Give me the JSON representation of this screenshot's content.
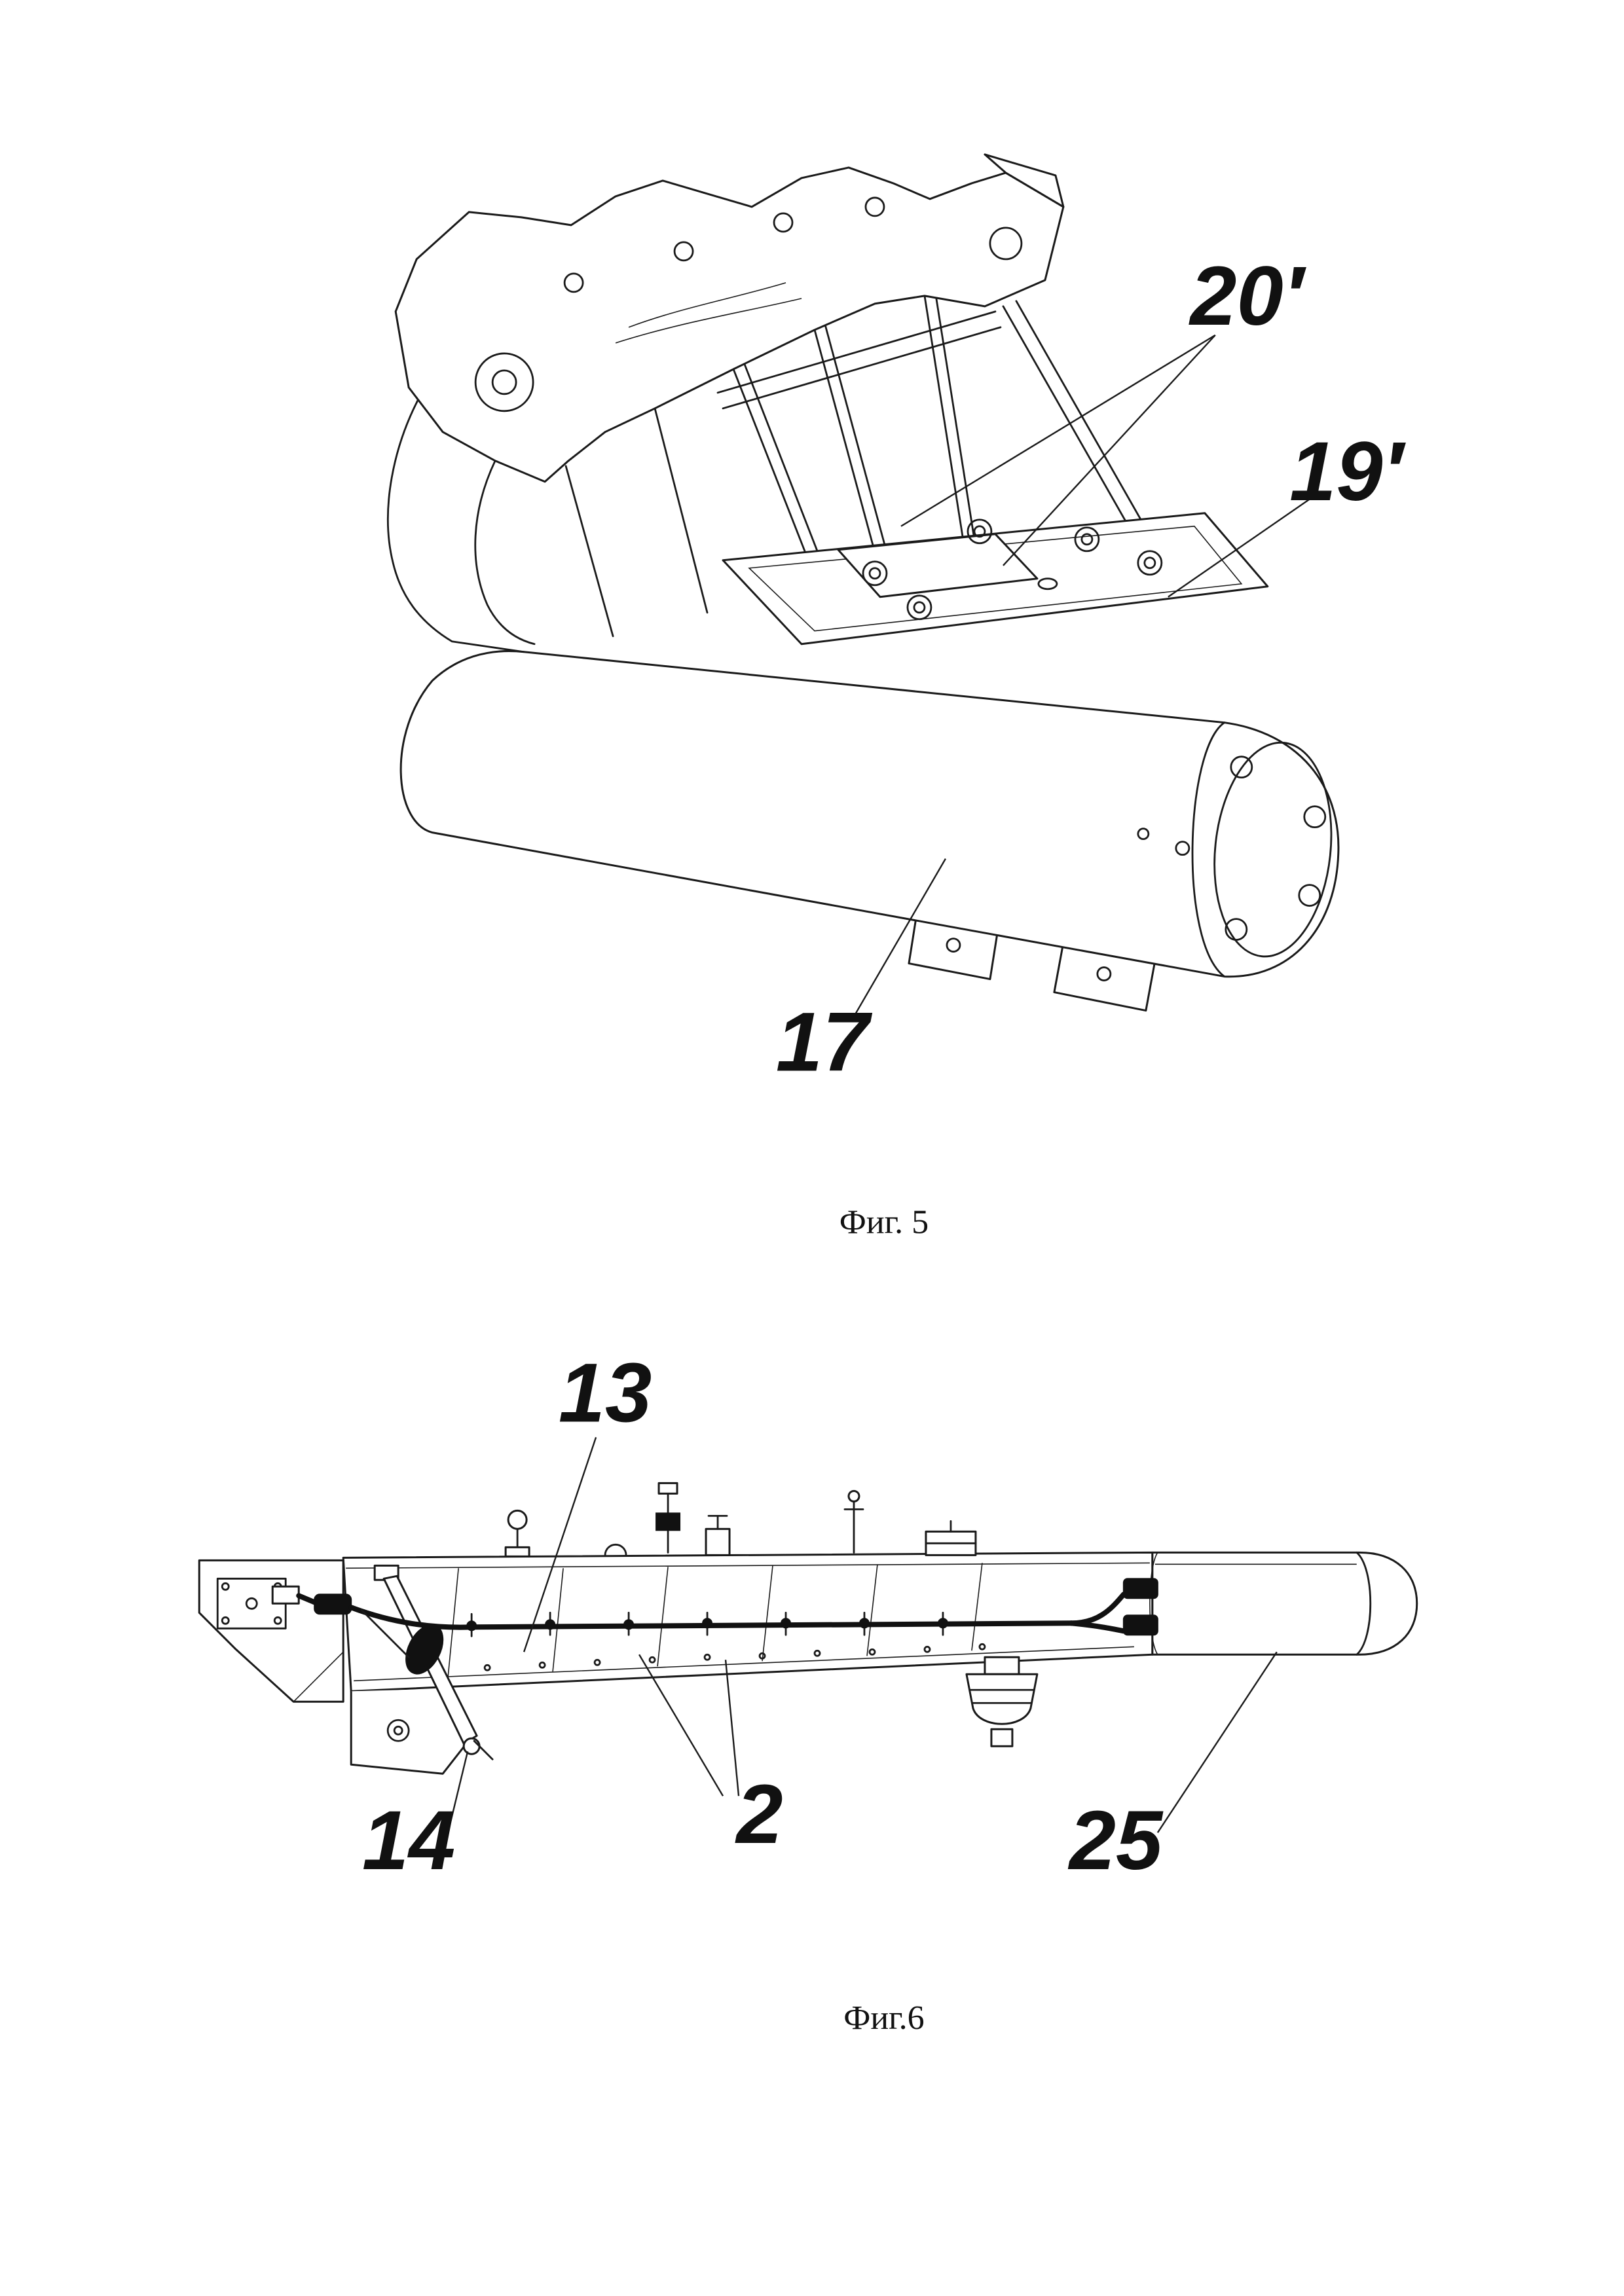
{
  "colors": {
    "ink": "#1a1a1a",
    "background": "#ffffff"
  },
  "figures": {
    "fig5": {
      "caption": "Фиг. 5",
      "ref_labels": {
        "r20": "20′",
        "r19": "19′",
        "r17": "17"
      }
    },
    "fig6": {
      "caption": "Фиг.6",
      "ref_labels": {
        "r13": "13",
        "r14": "14",
        "r2": "2",
        "r25": "25"
      }
    }
  }
}
